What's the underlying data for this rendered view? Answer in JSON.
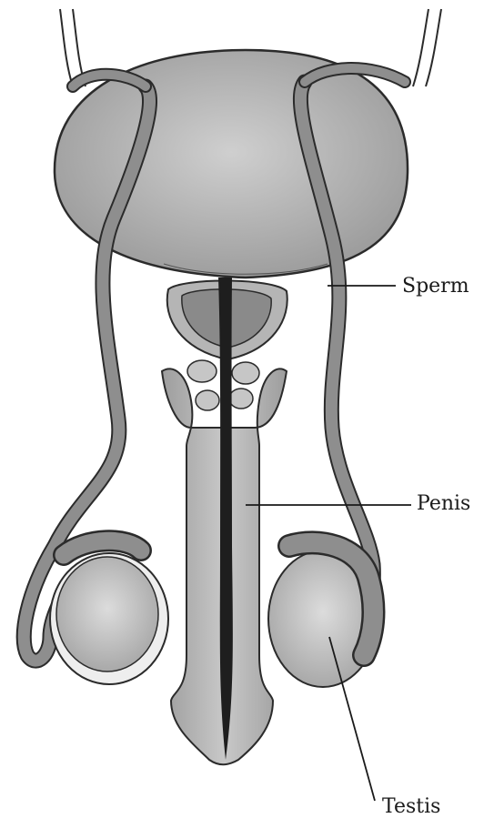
{
  "labels": {
    "sperm": "Sperm",
    "penis": "Penis",
    "testis": "Testis"
  },
  "colors": {
    "organ_fill": "#a9a9a9",
    "organ_light": "#c4c4c4",
    "duct_fill": "#8e8e8e",
    "outline": "#2b2b2b",
    "urethra": "#1e1e1e"
  }
}
